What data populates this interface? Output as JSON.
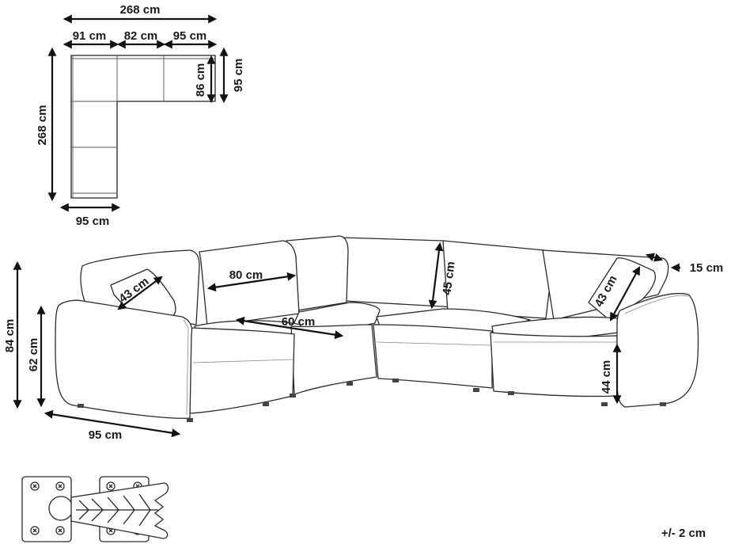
{
  "plan_view": {
    "overall_width": "268 cm",
    "segment_left": "91 cm",
    "segment_middle": "82 cm",
    "segment_right": "95 cm",
    "depth_back": "86 cm",
    "depth_total": "95 cm",
    "overall_length": "268 cm",
    "arm_width": "95 cm"
  },
  "sofa_view": {
    "total_height": "84 cm",
    "arm_height": "62 cm",
    "module_depth": "95 cm",
    "backrest_width": "80 cm",
    "seat_depth": "60 cm",
    "backrest_height": "45 cm",
    "cushion_left": "43 cm",
    "cushion_right": "43 cm",
    "arm_thickness": "15 cm",
    "seat_height": "44 cm"
  },
  "tolerance": "+/- 2 cm",
  "icon": "connector-clip-icon",
  "colors": {
    "line": "#222222",
    "background": "#ffffff"
  }
}
